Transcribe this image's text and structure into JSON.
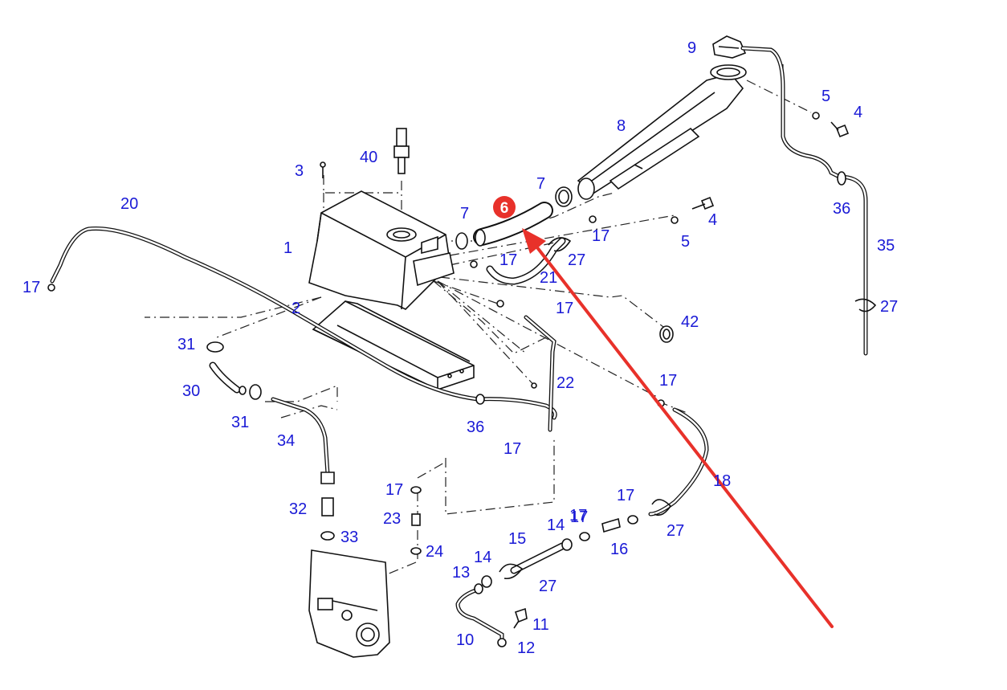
{
  "highlight": {
    "label": "6",
    "badge_color": "#e8312a",
    "arrow_color": "#e8312a"
  },
  "label_color": "#1a1ad6",
  "labels": [
    {
      "key": "p9",
      "text": "9"
    },
    {
      "key": "p5a",
      "text": "5"
    },
    {
      "key": "p4a",
      "text": "4"
    },
    {
      "key": "p8",
      "text": "8"
    },
    {
      "key": "p7a",
      "text": "7"
    },
    {
      "key": "p7b",
      "text": "7"
    },
    {
      "key": "p36a",
      "text": "36"
    },
    {
      "key": "p4b",
      "text": "4"
    },
    {
      "key": "p17a",
      "text": "17"
    },
    {
      "key": "p5b",
      "text": "5"
    },
    {
      "key": "p35",
      "text": "35"
    },
    {
      "key": "p3",
      "text": "3"
    },
    {
      "key": "p40",
      "text": "40"
    },
    {
      "key": "p20",
      "text": "20"
    },
    {
      "key": "p1",
      "text": "1"
    },
    {
      "key": "p17b",
      "text": "17"
    },
    {
      "key": "p27a",
      "text": "27"
    },
    {
      "key": "p21",
      "text": "21"
    },
    {
      "key": "p17c",
      "text": "17"
    },
    {
      "key": "p27b",
      "text": "27"
    },
    {
      "key": "p17d",
      "text": "17"
    },
    {
      "key": "p2",
      "text": "2"
    },
    {
      "key": "p42",
      "text": "42"
    },
    {
      "key": "p31a",
      "text": "31"
    },
    {
      "key": "p17e",
      "text": "17"
    },
    {
      "key": "p30",
      "text": "30"
    },
    {
      "key": "p22",
      "text": "22"
    },
    {
      "key": "p31b",
      "text": "31"
    },
    {
      "key": "p36b",
      "text": "36"
    },
    {
      "key": "p34",
      "text": "34"
    },
    {
      "key": "p17f",
      "text": "17"
    },
    {
      "key": "p18",
      "text": "18"
    },
    {
      "key": "p17g",
      "text": "17"
    },
    {
      "key": "p32",
      "text": "32"
    },
    {
      "key": "p17h",
      "text": "17"
    },
    {
      "key": "p23",
      "text": "23"
    },
    {
      "key": "p17i",
      "text": "17"
    },
    {
      "key": "p27c",
      "text": "27"
    },
    {
      "key": "p15",
      "text": "15"
    },
    {
      "key": "p14a",
      "text": "14"
    },
    {
      "key": "p33",
      "text": "33"
    },
    {
      "key": "p16",
      "text": "16"
    },
    {
      "key": "p24",
      "text": "24"
    },
    {
      "key": "p14b",
      "text": "14"
    },
    {
      "key": "p13",
      "text": "13"
    },
    {
      "key": "p27d",
      "text": "27"
    },
    {
      "key": "p11",
      "text": "11"
    },
    {
      "key": "p10",
      "text": "10"
    },
    {
      "key": "p12",
      "text": "12"
    },
    {
      "key": "p17j",
      "text": "17"
    }
  ]
}
